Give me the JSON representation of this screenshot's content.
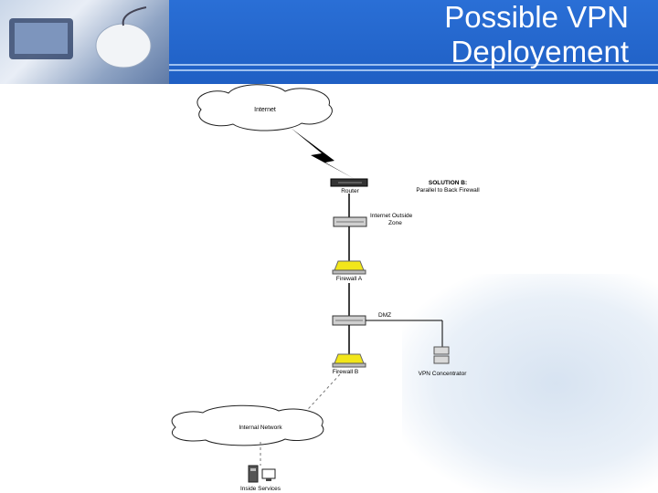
{
  "slide": {
    "title_line1": "Possible VPN",
    "title_line2": "Deployement"
  },
  "diagram": {
    "internet": "Internet",
    "router": "Router",
    "solution_title": "SOLUTION B:",
    "solution_subtitle": "Parallel to Back Firewall",
    "outside_zone_line1": "Internet Outside",
    "outside_zone_line2": "Zone",
    "firewall_a": "Firewall A",
    "dmz": "DMZ",
    "firewall_b": "Firewall B",
    "vpn_concentrator": "VPN Concentrator",
    "internal_network": "Internal Network",
    "inside_services": "Inside Services"
  },
  "colors": {
    "header_blue": "#1f5fc4",
    "firewall_yellow": "#f2e61a"
  }
}
